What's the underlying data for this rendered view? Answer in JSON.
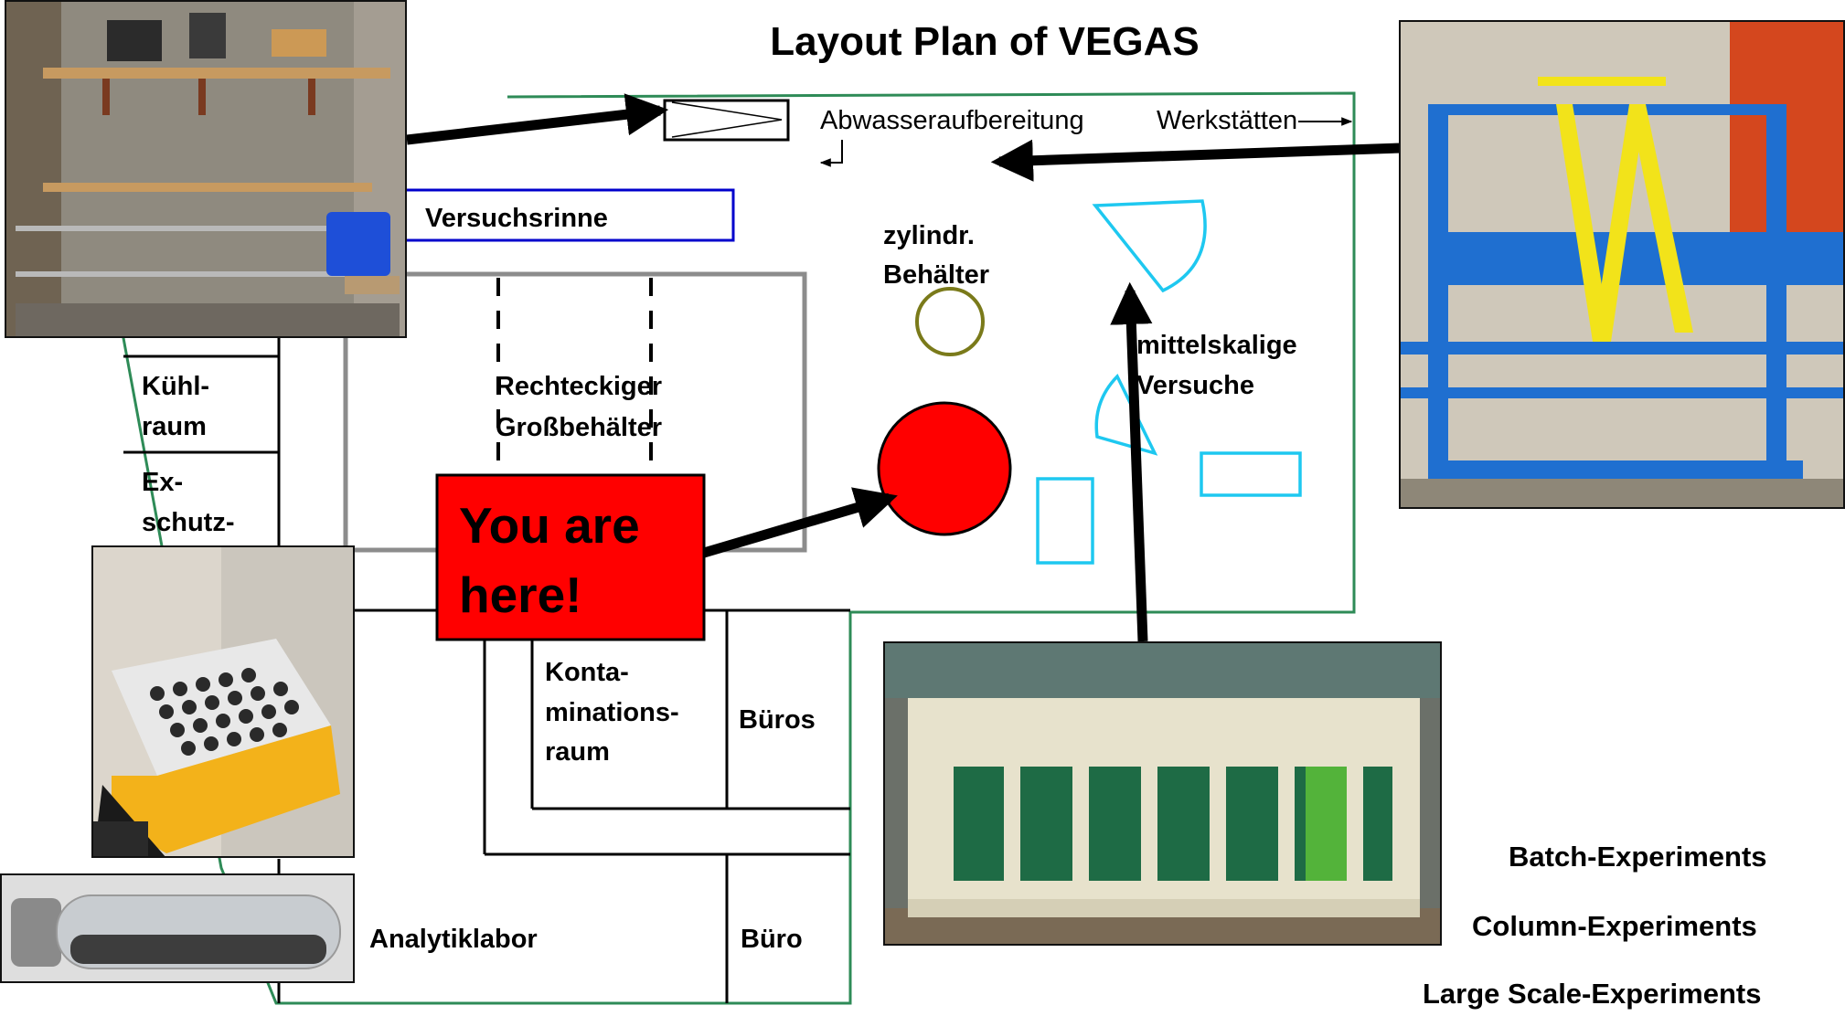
{
  "title": "Layout Plan of VEGAS",
  "labels": {
    "abwasser": "Abwasseraufbereitung",
    "werkstaetten": "Werkstätten",
    "versuchsrinne": "Versuchsrinne",
    "zylindr_1": "zylindr.",
    "zylindr_2": "Behälter",
    "mittelskalig_1": "mittelskalige",
    "mittelskalig_2": "Versuche",
    "kuehl_1": "Kühl-",
    "kuehl_2": "raum",
    "exschutz_1": "Ex-",
    "exschutz_2": "schutz-",
    "rechteck_1": "Rechteckiger",
    "rechteck_2": "Großbehälter",
    "konta_1": "Konta-",
    "konta_2": "minations-",
    "konta_3": "raum",
    "bueros": "Büros",
    "buero": "Büro",
    "analytiklabor": "Analytiklabor"
  },
  "callout": {
    "line1": "You are",
    "line2": "here!"
  },
  "legend": [
    "Batch-Experiments",
    "Column-Experiments",
    "Large Scale-Experiments"
  ],
  "colors": {
    "outline_green": "#2e8b57",
    "rinne_blue": "#0000cc",
    "grey_box": "#8c8c8c",
    "cyan_shapes": "#1ec8f0",
    "olive_circle": "#7a7a1a",
    "red": "#ff0000",
    "frame_blue": "#1f6fd0",
    "frame_yellow": "#f2e31a",
    "shaker_orange": "#f3b21a",
    "container_cream": "#e7e2cc",
    "container_green": "#1e6b45"
  }
}
